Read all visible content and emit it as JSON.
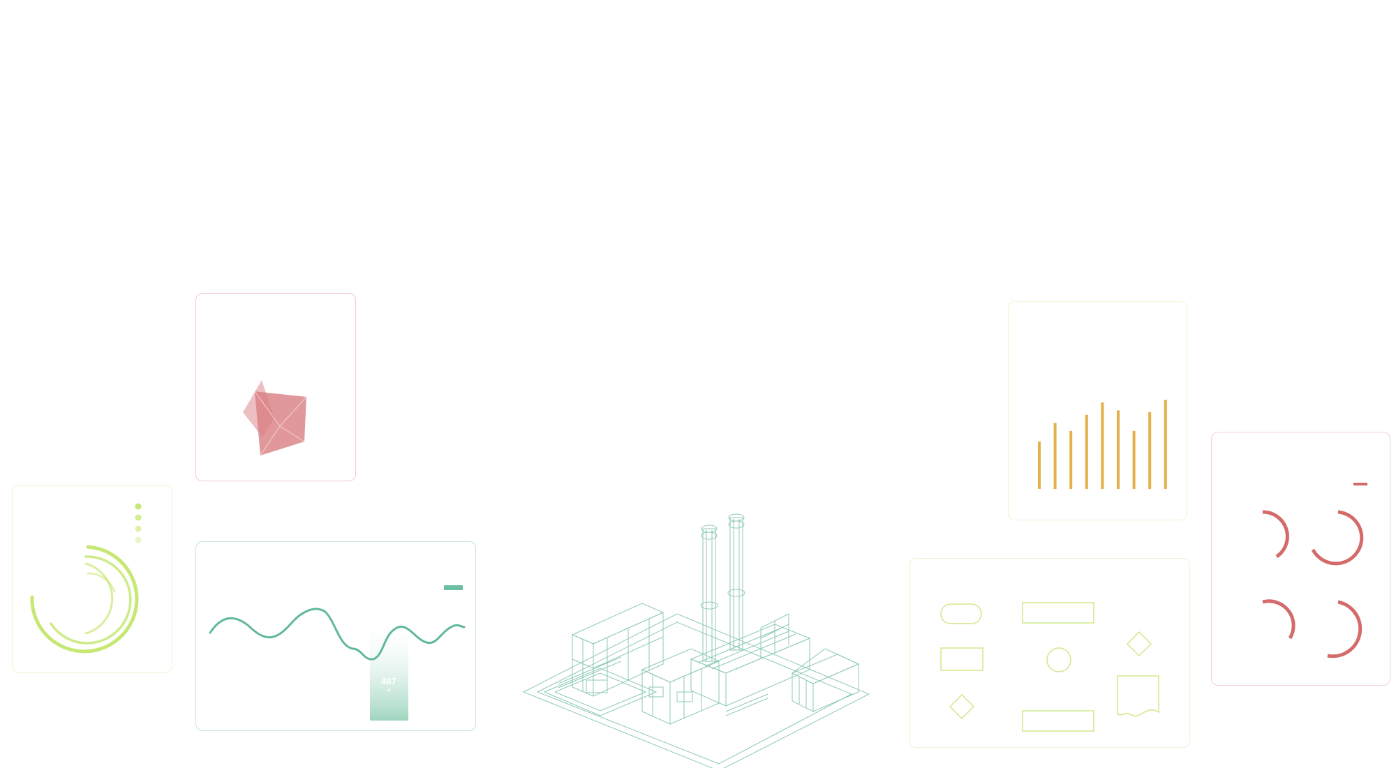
{
  "wave_panel": {
    "value_label": "467",
    "marker_glyph": "▲",
    "line_color": "#5fb89a",
    "accent_color": "#6cbfa0"
  },
  "radar_panel": {
    "fill_color": "#d9777c"
  },
  "rings_panel": {
    "ring_color": "#c6e872",
    "dot_count": 4
  },
  "bars_panel": {
    "bar_color": "#e3b04a",
    "bar_levels": [
      0.53,
      0.74,
      0.65,
      0.83,
      0.97,
      0.88,
      0.65,
      0.86,
      1.0
    ]
  },
  "arcs_panel": {
    "arc_color": "#d46a6a",
    "accent_color": "#d46a6a"
  },
  "flow_panel": {
    "shape_color": "#cfe88a"
  },
  "plant_illustration": {
    "line_color": "#8cc9b2"
  }
}
